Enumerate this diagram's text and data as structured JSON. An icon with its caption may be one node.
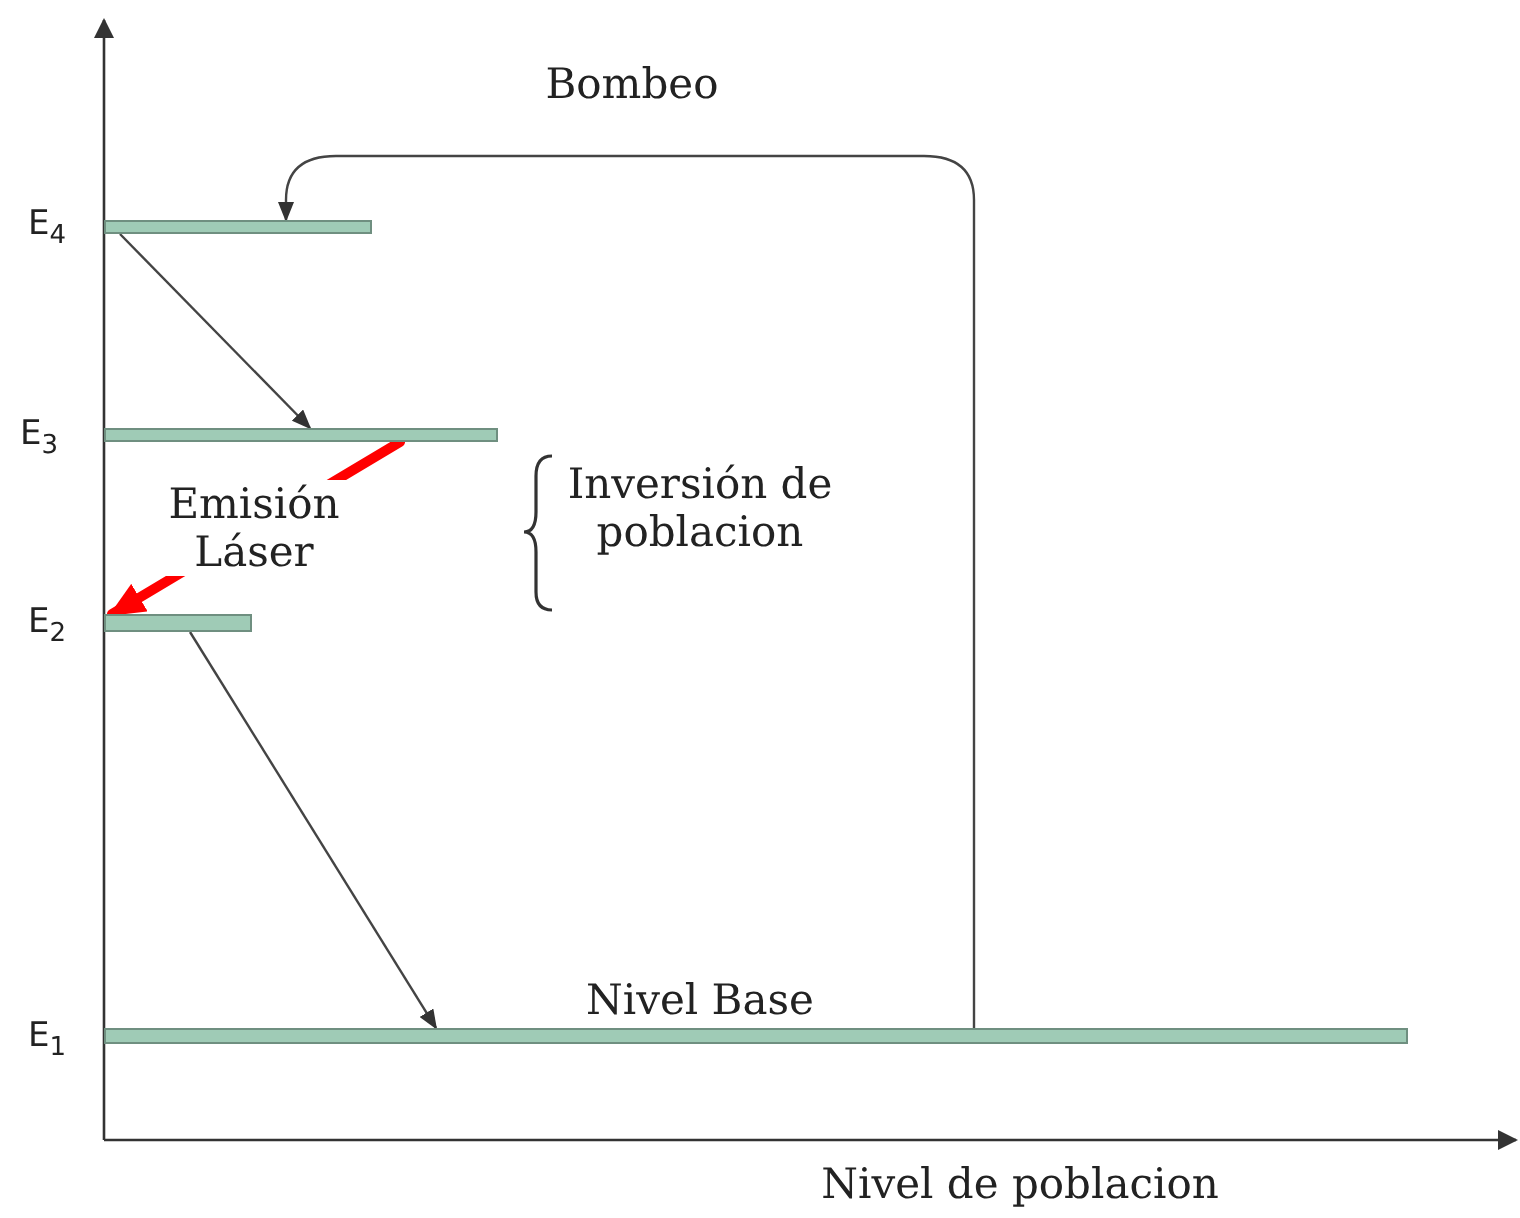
{
  "diagram": {
    "nodes": [
      {
        "text": [
          "E$_{4}$"
        ]
      },
      {
        "text": [
          "E$_{3}$"
        ]
      },
      {
        "text": [
          "E$_{2}$"
        ]
      },
      {
        "text": [
          "E$_{1}$"
        ],
        "beside": [
          "Nivel Base"
        ]
      }
    ],
    "edges": [
      {
        "from": 3,
        "to": 0,
        "arrow": "to",
        "label": "Bombeo"
      },
      {
        "from": 0,
        "to": 1,
        "arrow": "to"
      },
      {
        "from": 1,
        "to": 2,
        "arrow": "to",
        "label": "Emisión Láser",
        "style": "thick",
        "color": "#ff0000"
      },
      {
        "from": 2,
        "to": 3,
        "arrow": "to"
      }
    ],
    "labels": [
      "Inversión de poblacion",
      "Nivel de poblacion"
    ]
  }
}
